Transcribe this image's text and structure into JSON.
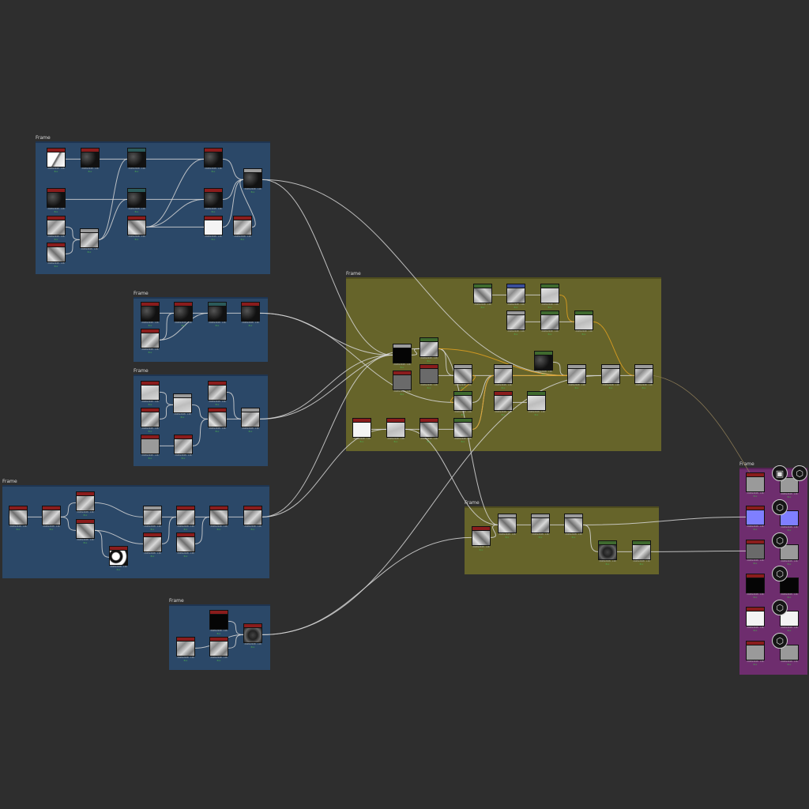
{
  "frame_title": "Frame",
  "node_caption": "2048x2048 - L16",
  "node_subcaption": "Bxx",
  "frames": [
    {
      "id": "f1",
      "style": "blue"
    },
    {
      "id": "f2",
      "style": "blue"
    },
    {
      "id": "f3",
      "style": "blue"
    },
    {
      "id": "f4",
      "style": "blue"
    },
    {
      "id": "f5",
      "style": "blue"
    },
    {
      "id": "f6",
      "style": "olive"
    },
    {
      "id": "f7",
      "style": "olive"
    },
    {
      "id": "f8",
      "style": "purple"
    }
  ],
  "nodes": [
    {
      "id": "n1",
      "header": "red",
      "thumb": "shape"
    },
    {
      "id": "n2",
      "header": "red",
      "thumb": "dark"
    },
    {
      "id": "n3",
      "header": "teal",
      "thumb": "dark"
    },
    {
      "id": "n4",
      "header": "red",
      "thumb": "dark"
    },
    {
      "id": "n5",
      "header": "grey",
      "thumb": "dark"
    },
    {
      "id": "n6",
      "header": "red",
      "thumb": "dark"
    },
    {
      "id": "n7",
      "header": "teal",
      "thumb": "dark"
    },
    {
      "id": "n8",
      "header": "red",
      "thumb": "dark"
    },
    {
      "id": "n9",
      "header": "red",
      "thumb": "noise"
    },
    {
      "id": "n10",
      "header": "grey",
      "thumb": "noise"
    },
    {
      "id": "n11",
      "header": "red",
      "thumb": "noise2"
    },
    {
      "id": "n12",
      "header": "red",
      "thumb": "noise2"
    },
    {
      "id": "n13",
      "header": "red",
      "thumb": "white"
    },
    {
      "id": "n14",
      "header": "red",
      "thumb": "noise"
    },
    {
      "id": "n15",
      "header": "red",
      "thumb": "dark"
    },
    {
      "id": "n16",
      "header": "red",
      "thumb": "dark"
    },
    {
      "id": "n17",
      "header": "teal",
      "thumb": "dark"
    },
    {
      "id": "n18",
      "header": "red",
      "thumb": "dark"
    },
    {
      "id": "n19",
      "header": "red",
      "thumb": "noise"
    },
    {
      "id": "n20",
      "header": "red",
      "thumb": "light"
    },
    {
      "id": "n21",
      "header": "grey",
      "thumb": "light"
    },
    {
      "id": "n22",
      "header": "red",
      "thumb": "noise"
    },
    {
      "id": "n23",
      "header": "red",
      "thumb": "noise"
    },
    {
      "id": "n24",
      "header": "red",
      "thumb": "noise2"
    },
    {
      "id": "n25",
      "header": "grey",
      "thumb": "noise"
    },
    {
      "id": "n26",
      "header": "red",
      "thumb": "midgrey"
    },
    {
      "id": "n27",
      "header": "red",
      "thumb": "noise"
    },
    {
      "id": "n28",
      "header": "red",
      "thumb": "noise2"
    },
    {
      "id": "n29",
      "header": "red",
      "thumb": "noise"
    },
    {
      "id": "n30",
      "header": "red",
      "thumb": "noise"
    },
    {
      "id": "n31",
      "header": "grey",
      "thumb": "noise"
    },
    {
      "id": "n32",
      "header": "red",
      "thumb": "noise2"
    },
    {
      "id": "n33",
      "header": "red",
      "thumb": "noise"
    },
    {
      "id": "n34",
      "header": "red",
      "thumb": "noise2"
    },
    {
      "id": "n35",
      "header": "red",
      "thumb": "noise"
    },
    {
      "id": "n36",
      "header": "red",
      "thumb": "blob"
    },
    {
      "id": "n37",
      "header": "red",
      "thumb": "noise"
    },
    {
      "id": "n38",
      "header": "red",
      "thumb": "noise2"
    },
    {
      "id": "n39",
      "header": "red",
      "thumb": "noise"
    },
    {
      "id": "n40",
      "header": "red",
      "thumb": "black"
    },
    {
      "id": "n41",
      "header": "red",
      "thumb": "noise"
    },
    {
      "id": "n42",
      "header": "red",
      "thumb": "cells"
    },
    {
      "id": "n43",
      "header": "grey",
      "thumb": "black"
    },
    {
      "id": "n44",
      "header": "red",
      "thumb": "grey"
    },
    {
      "id": "n45",
      "header": "green",
      "thumb": "noise"
    },
    {
      "id": "n46",
      "header": "green",
      "thumb": "noise2"
    },
    {
      "id": "n47",
      "header": "blue",
      "thumb": "noise"
    },
    {
      "id": "n48",
      "header": "green",
      "thumb": "light"
    },
    {
      "id": "n49",
      "header": "grey",
      "thumb": "noise"
    },
    {
      "id": "n50",
      "header": "green",
      "thumb": "noise"
    },
    {
      "id": "n51",
      "header": "green",
      "thumb": "light"
    },
    {
      "id": "n52",
      "header": "red",
      "thumb": "grey"
    },
    {
      "id": "n53",
      "header": "grey",
      "thumb": "noise2"
    },
    {
      "id": "n54",
      "header": "grey",
      "thumb": "noise"
    },
    {
      "id": "n55",
      "header": "green",
      "thumb": "dark"
    },
    {
      "id": "n56",
      "header": "grey",
      "thumb": "noise"
    },
    {
      "id": "n57",
      "header": "grey",
      "thumb": "noise"
    },
    {
      "id": "n58",
      "header": "grey",
      "thumb": "noise"
    },
    {
      "id": "n59",
      "header": "green",
      "thumb": "noise2"
    },
    {
      "id": "n60",
      "header": "red",
      "thumb": "noise"
    },
    {
      "id": "n61",
      "header": "green",
      "thumb": "light"
    },
    {
      "id": "n62",
      "header": "red",
      "thumb": "white"
    },
    {
      "id": "n63",
      "header": "red",
      "thumb": "light"
    },
    {
      "id": "n64",
      "header": "red",
      "thumb": "noise2"
    },
    {
      "id": "n65",
      "header": "green",
      "thumb": "noise2"
    },
    {
      "id": "n66",
      "header": "red",
      "thumb": "noise2"
    },
    {
      "id": "n67",
      "header": "grey",
      "thumb": "noise2"
    },
    {
      "id": "n68",
      "header": "grey",
      "thumb": "noise"
    },
    {
      "id": "n69",
      "header": "grey",
      "thumb": "noise2"
    },
    {
      "id": "n70",
      "header": "green",
      "thumb": "cells"
    },
    {
      "id": "n71",
      "header": "green",
      "thumb": "noise"
    },
    {
      "id": "n72",
      "header": "red",
      "thumb": "midgrey"
    },
    {
      "id": "n73",
      "header": "red",
      "thumb": "blue"
    },
    {
      "id": "n74",
      "header": "red",
      "thumb": "grey"
    },
    {
      "id": "n75",
      "header": "red",
      "thumb": "black"
    },
    {
      "id": "n76",
      "header": "red",
      "thumb": "white"
    },
    {
      "id": "n77",
      "header": "red",
      "thumb": "midgrey"
    },
    {
      "id": "n78",
      "header": "none",
      "thumb": "midgrey"
    },
    {
      "id": "n79",
      "header": "none",
      "thumb": "blue"
    },
    {
      "id": "n80",
      "header": "none",
      "thumb": "midgrey"
    },
    {
      "id": "n81",
      "header": "none",
      "thumb": "black"
    },
    {
      "id": "n82",
      "header": "none",
      "thumb": "white"
    },
    {
      "id": "n83",
      "header": "none",
      "thumb": "midgrey"
    }
  ],
  "output_icons": [
    {
      "id": "i1",
      "icon": "checker-icon"
    },
    {
      "id": "i2",
      "icon": "cube-icon"
    },
    {
      "id": "i3",
      "icon": "cube-icon"
    },
    {
      "id": "i4",
      "icon": "cube-icon"
    },
    {
      "id": "i5",
      "icon": "cube-icon"
    },
    {
      "id": "i6",
      "icon": "cube-icon"
    },
    {
      "id": "i7",
      "icon": "cube-icon"
    }
  ],
  "colors": {
    "canvas": "#2e2e2e",
    "link": "#d6d6d6",
    "link_orange": "#e0a020",
    "link_faint": "#8a7a55"
  }
}
